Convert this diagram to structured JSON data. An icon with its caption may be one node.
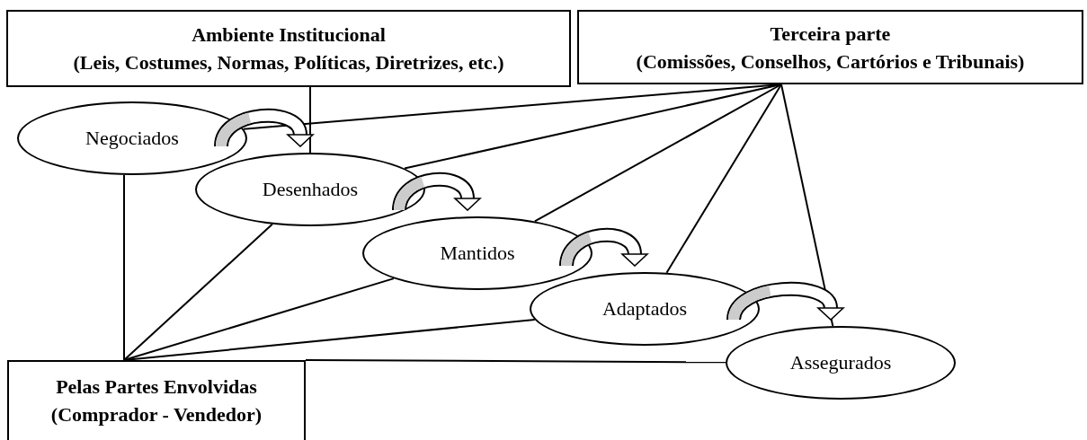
{
  "diagram": {
    "nodes": [
      {
        "text": [
          "Ambiente Institucional",
          "(Leis, Costumes, Normas, Políticas, Diretrizes, etc.)"
        ]
      },
      {
        "text": [
          "Terceira parte",
          "(Comissões, Conselhos, Cartórios e Tribunais)"
        ]
      },
      {
        "text": [
          "Negociados"
        ]
      },
      {
        "text": [
          "Desenhados"
        ]
      },
      {
        "text": [
          "Mantidos"
        ]
      },
      {
        "text": [
          "Adaptados"
        ]
      },
      {
        "text": [
          "Assegurados"
        ]
      },
      {
        "text": [
          "Pelas Partes Envolvidas",
          "(Comprador - Vendedor)"
        ]
      }
    ],
    "edges": [
      {
        "from": 0,
        "to": 3,
        "arrow": "none"
      },
      {
        "from": 1,
        "to": 2,
        "arrow": "none"
      },
      {
        "from": 1,
        "to": 3,
        "arrow": "none"
      },
      {
        "from": 1,
        "to": 4,
        "arrow": "none"
      },
      {
        "from": 1,
        "to": 5,
        "arrow": "none"
      },
      {
        "from": 1,
        "to": 6,
        "arrow": "none"
      },
      {
        "from": 7,
        "to": 2,
        "arrow": "none"
      },
      {
        "from": 7,
        "to": 3,
        "arrow": "none"
      },
      {
        "from": 7,
        "to": 4,
        "arrow": "none"
      },
      {
        "from": 7,
        "to": 5,
        "arrow": "none"
      },
      {
        "from": 7,
        "to": 6,
        "arrow": "none"
      },
      {
        "from": 2,
        "to": 3,
        "arrow": "to",
        "style": "thick",
        "color": "#ffffff"
      },
      {
        "from": 3,
        "to": 4,
        "arrow": "to",
        "style": "thick",
        "color": "#ffffff"
      },
      {
        "from": 4,
        "to": 5,
        "arrow": "to",
        "style": "thick",
        "color": "#ffffff"
      },
      {
        "from": 5,
        "to": 6,
        "arrow": "to",
        "style": "thick",
        "color": "#ffffff"
      }
    ]
  }
}
